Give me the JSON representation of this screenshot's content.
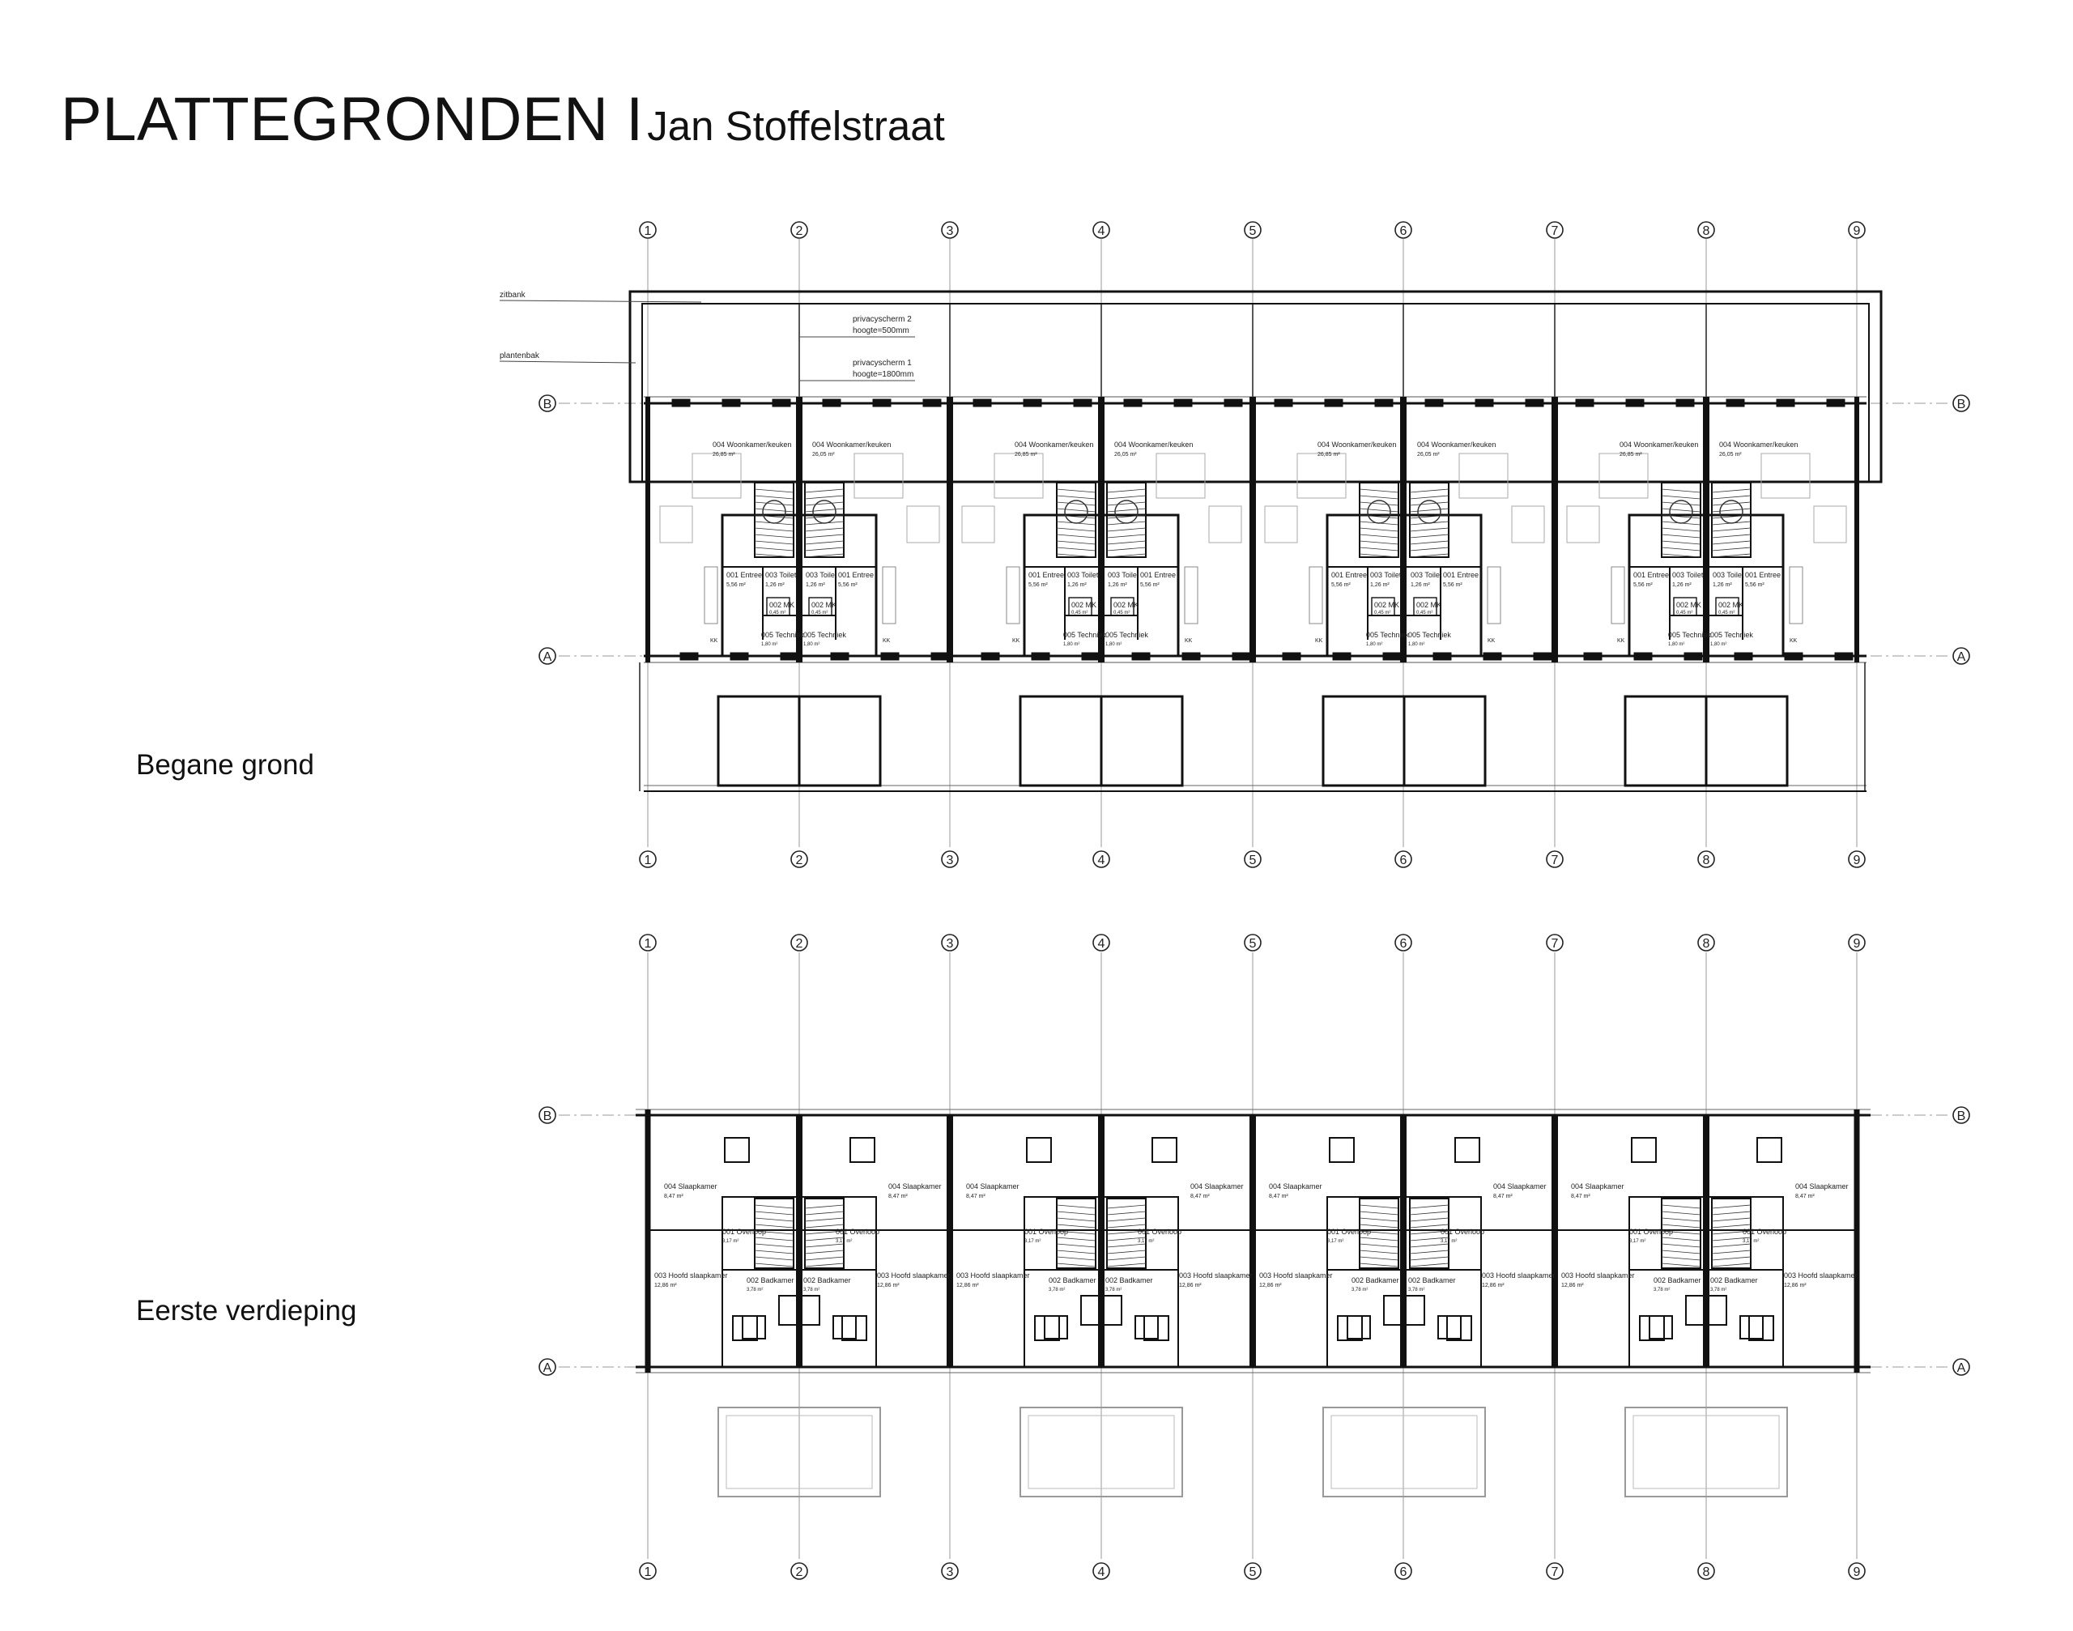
{
  "title": {
    "main": "PLATTEGRONDEN I",
    "sub": "Jan Stoffelstraat"
  },
  "floors": [
    {
      "id": "ground",
      "label": "Begane grond"
    },
    {
      "id": "first",
      "label": "Eerste verdieping"
    }
  ],
  "grid": {
    "columns": [
      "1",
      "2",
      "3",
      "4",
      "5",
      "6",
      "7",
      "8",
      "9"
    ],
    "rows": [
      "A",
      "B"
    ]
  },
  "annotations": {
    "zitbank": "zitbank",
    "plantenbak": "plantenbak",
    "privacy2_line1": "privacyscherm 2",
    "privacy2_line2": "hoogte=500mm",
    "privacy1_line1": "privacyscherm 1",
    "privacy1_line2": "hoogte=1800mm"
  },
  "rooms": {
    "ground": {
      "woonkamer": "004 Woonkamer/keuken",
      "woonkamer_area_a": "26,85 m²",
      "woonkamer_area_b": "26,05 m²",
      "entree": "001 Entree",
      "entree_area": "5,56 m²",
      "toilet": "003 Toilet",
      "toilet_area": "1,26 m²",
      "mk": "002 MK",
      "mk_area": "0,45 m²",
      "techniek": "005 Techniek",
      "techniek_area": "1,80 m²",
      "kk": "KK"
    },
    "first": {
      "slaapkamer": "004 Slaapkamer",
      "slaapkamer_area": "8,47 m²",
      "overloop": "001 Overloop",
      "overloop_area": "3,17 m²",
      "hoofd": "003 Hoofd slaapkamer",
      "hoofd_area": "12,86 m²",
      "badkamer": "002 Badkamer",
      "badkamer_area": "3,78 m²"
    }
  }
}
